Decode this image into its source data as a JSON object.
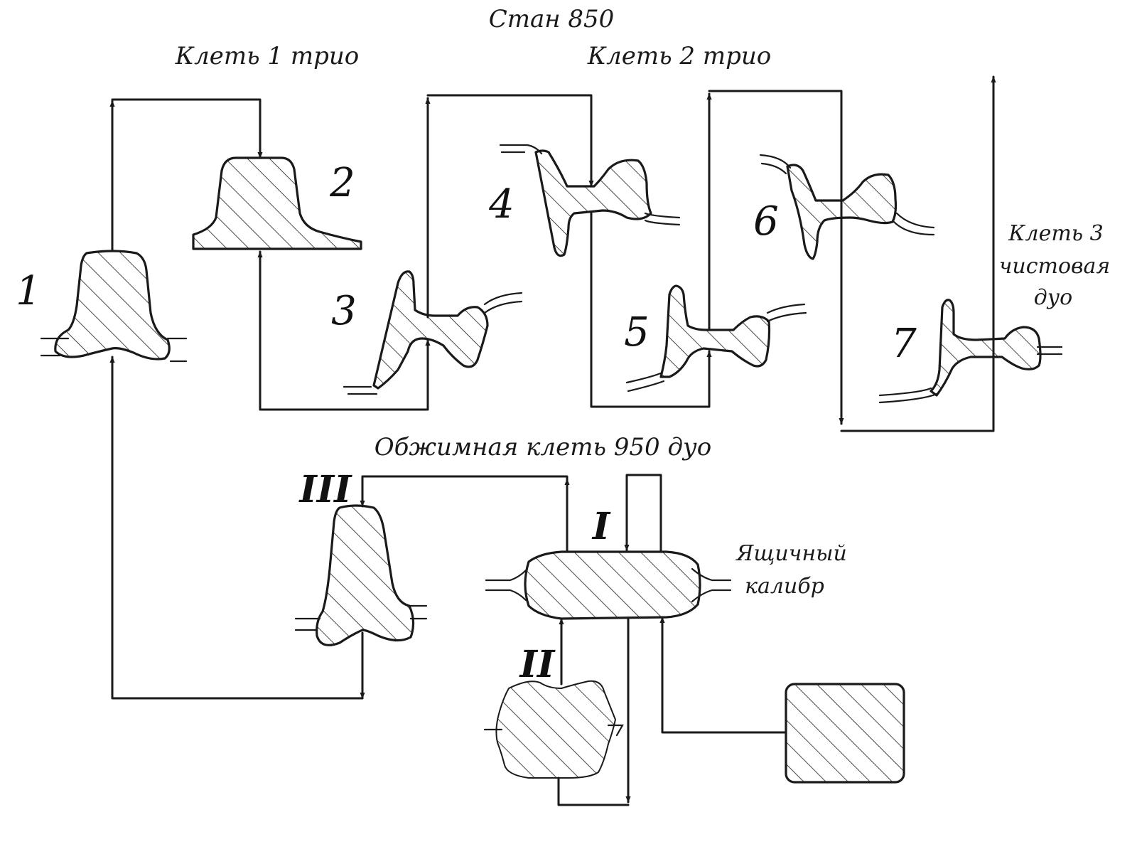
{
  "mill_title": "Стан 850",
  "stand1_label": "Клеть 1 трио",
  "stand2_label": "Клеть 2 трио",
  "stand3_label": [
    "Клеть 3",
    "чистовая",
    "дуо"
  ],
  "roughing_label": "Обжимная клеть 950 дуо",
  "box_pass_label": [
    "Ящичный",
    "калибр"
  ],
  "pass_numbers": [
    "1",
    "2",
    "3",
    "4",
    "5",
    "6",
    "7"
  ],
  "roman_numbers": [
    "I",
    "II",
    "III"
  ]
}
